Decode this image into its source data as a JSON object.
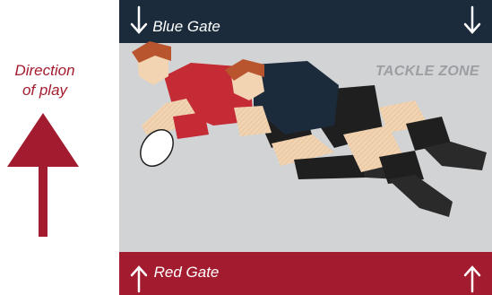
{
  "direction": {
    "line1": "Direction",
    "line2": "of play"
  },
  "gates": {
    "top": "Blue Gate",
    "bottom": "Red Gate"
  },
  "zone_label": "TACKLE ZONE",
  "colors": {
    "blue_gate": "#1b2b3c",
    "red_gate": "#a31b2e",
    "field": "#d2d3d5",
    "ball_carrier_jersey": "#c42b34",
    "tackler_jersey": "#1b2b3c",
    "shorts": "#1f1f1f",
    "skin": "#f2d4b2",
    "hair": "#b8552e"
  },
  "icons": {
    "gate_arrows": "arrow-icon",
    "play_direction": "arrow-up-icon",
    "ball": "rugby-ball-icon"
  }
}
